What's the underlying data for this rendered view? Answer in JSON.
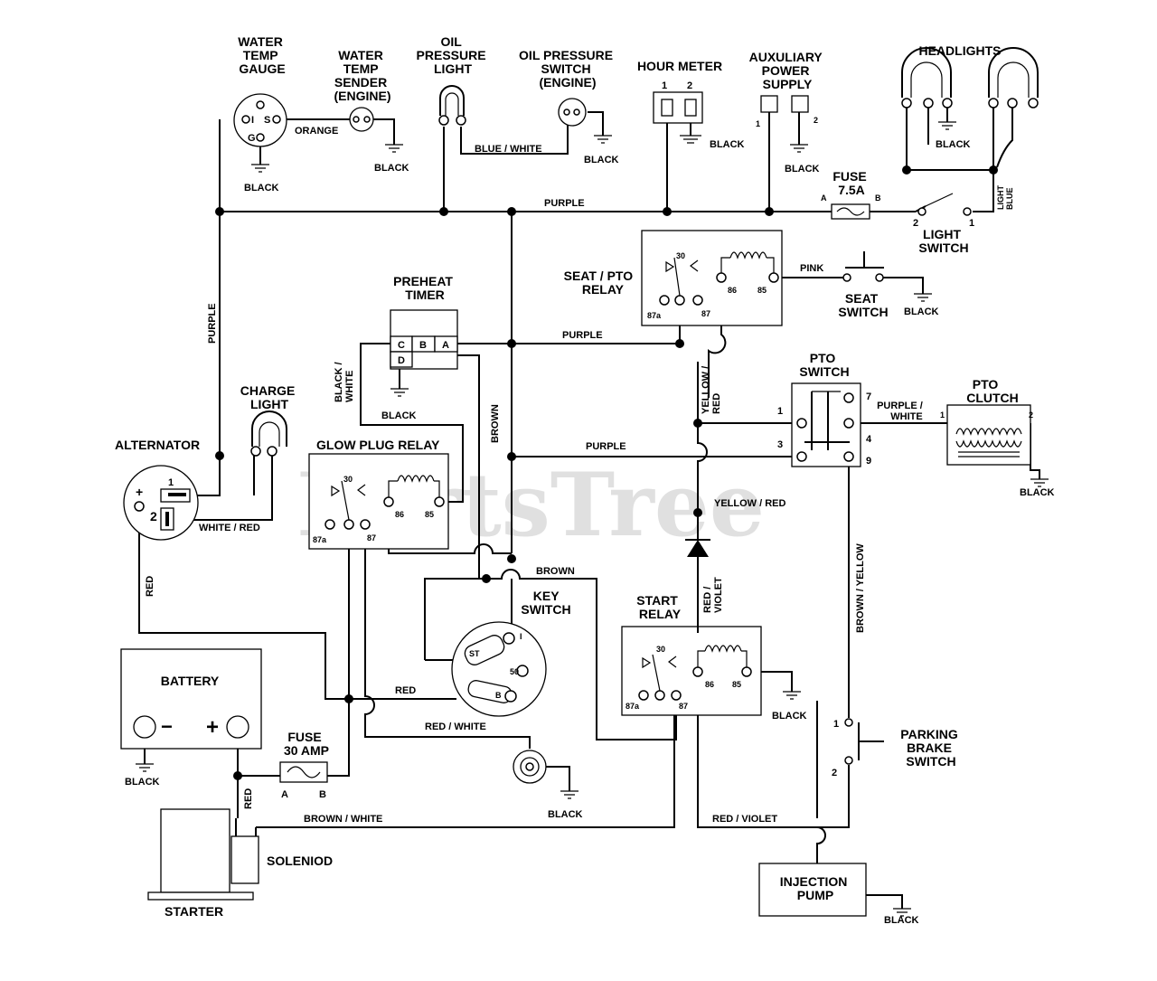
{
  "labels": {
    "water_temp_gauge": [
      "WATER",
      "TEMP",
      "GAUGE"
    ],
    "water_temp_sender": [
      "WATER",
      "TEMP",
      "SENDER",
      "(ENGINE)"
    ],
    "oil_pressure_light": [
      "OIL",
      "PRESSURE",
      "LIGHT"
    ],
    "oil_pressure_switch": [
      "OIL PRESSURE",
      "SWITCH",
      "(ENGINE)"
    ],
    "hour_meter": "HOUR METER",
    "aux_power": [
      "AUXULIARY",
      "POWER",
      "SUPPLY"
    ],
    "headlights": "HEADLIGHTS",
    "fuse_75": [
      "FUSE",
      "7.5A"
    ],
    "light_switch": [
      "LIGHT",
      "SWITCH"
    ],
    "seat_pto_relay": [
      "SEAT / PTO",
      "RELAY"
    ],
    "seat_switch": [
      "SEAT",
      "SWITCH"
    ],
    "preheat_timer": [
      "PREHEAT",
      "TIMER"
    ],
    "pto_switch": [
      "PTO",
      "SWITCH"
    ],
    "pto_clutch": [
      "PTO",
      "CLUTCH"
    ],
    "charge_light": [
      "CHARGE",
      "LIGHT"
    ],
    "alternator": "ALTERNATOR",
    "glow_plug_relay": "GLOW PLUG RELAY",
    "key_switch": [
      "KEY",
      "SWITCH"
    ],
    "start_relay": [
      "START",
      "RELAY"
    ],
    "battery": "BATTERY",
    "fuse_30": [
      "FUSE",
      "30 AMP"
    ],
    "solenoid": "SOLENIOD",
    "starter": "STARTER",
    "parking_brake_switch": [
      "PARKING",
      "BRAKE",
      "SWITCH"
    ],
    "injection_pump": [
      "INJECTION",
      "PUMP"
    ]
  },
  "wires": {
    "black": "BLACK",
    "orange": "ORANGE",
    "blue_white": "BLUE / WHITE",
    "purple": "PURPLE",
    "pink": "PINK",
    "light_blue": [
      "LIGHT",
      "BLUE"
    ],
    "black_white": [
      "BLACK /",
      "WHITE"
    ],
    "brown": "BROWN",
    "yellow_red_v": [
      "YELLOW /",
      "RED"
    ],
    "yellow_red": "YELLOW / RED",
    "purple_white": [
      "PURPLE /",
      "WHITE"
    ],
    "white_red": "WHITE / RED",
    "red": "RED",
    "red_white": "RED / WHITE",
    "red_violet_v": [
      "RED /",
      "VIOLET"
    ],
    "red_violet": "RED / VIOLET",
    "brown_yellow": "BROWN / YELLOW",
    "brown_white": "BROWN / WHITE"
  },
  "terminals": {
    "gauge": [
      "I",
      "S",
      "G"
    ],
    "hour_meter": [
      "1",
      "2"
    ],
    "aux": [
      "1",
      "2"
    ],
    "fuse_75": [
      "A",
      "B"
    ],
    "light_switch": [
      "2",
      "1"
    ],
    "relay": [
      "30",
      "87a",
      "87",
      "86",
      "85"
    ],
    "preheat": [
      "C",
      "B",
      "A",
      "D"
    ],
    "pto_switch": [
      "1",
      "3",
      "7",
      "4",
      "9"
    ],
    "pto_clutch": [
      "1",
      "2"
    ],
    "alternator": [
      "+",
      "1",
      "2"
    ],
    "key_switch": [
      "ST",
      "I",
      "50",
      "B"
    ],
    "battery": [
      "−",
      "+"
    ],
    "fuse_30": [
      "A",
      "B"
    ],
    "parking_brake": [
      "1",
      "2"
    ]
  },
  "watermark": "PartsTree"
}
